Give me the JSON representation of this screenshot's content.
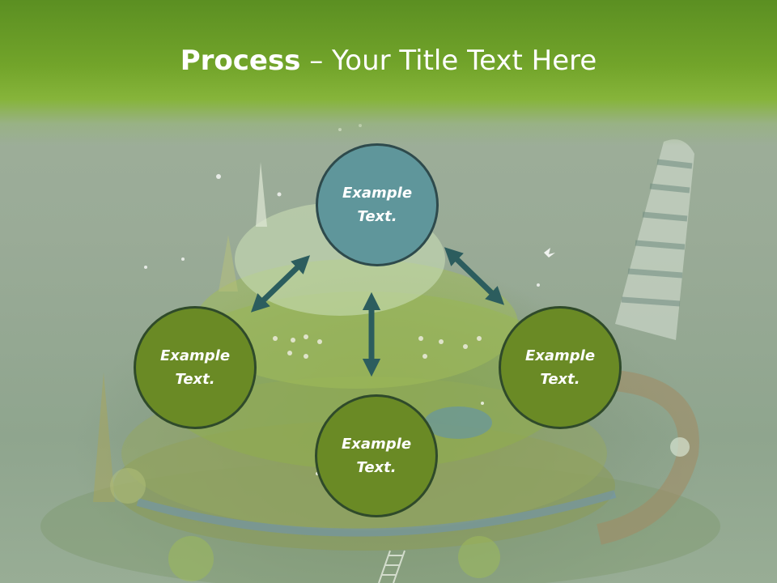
{
  "slide": {
    "title_bold": "Process",
    "title_rest": " – Your Title Text Here"
  },
  "diagram": {
    "nodes": [
      {
        "id": "top",
        "text": "Example\nText.",
        "color": "#5f969b"
      },
      {
        "id": "left",
        "text": "Example\nText.",
        "color": "#6a8a25"
      },
      {
        "id": "right",
        "text": "Example\nText.",
        "color": "#6a8a25"
      },
      {
        "id": "bottom",
        "text": "Example\nText.",
        "color": "#6a8a25"
      }
    ],
    "arrow_color": "#2c5d5e"
  }
}
